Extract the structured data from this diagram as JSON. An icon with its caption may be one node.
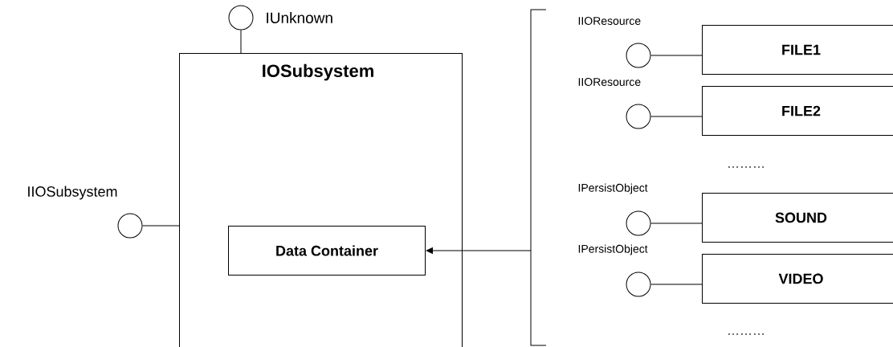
{
  "diagram": {
    "nodes": [
      {
        "text": [
          "IOSubsystem"
        ]
      },
      {
        "text": [
          "Data Container"
        ],
        "in": 0
      },
      {
        "text": [],
        "shape": "circle",
        "beside": [
          "IUnknown"
        ]
      },
      {
        "text": [],
        "shape": "circle",
        "beside": [
          "IIOSubsystem"
        ]
      },
      {
        "text": [],
        "shape": "bracket"
      },
      {
        "text": [],
        "shape": "circle"
      },
      {
        "text": [
          "FILE1"
        ]
      },
      {
        "text": [],
        "shape": "circle"
      },
      {
        "text": [
          "FILE2"
        ]
      },
      {
        "text": [],
        "shape": "circle"
      },
      {
        "text": [
          "SOUND"
        ]
      },
      {
        "text": [],
        "shape": "circle"
      },
      {
        "text": [
          "VIDEO"
        ]
      }
    ],
    "edges": [
      {
        "from": 2,
        "to": 0,
        "arrow": "none"
      },
      {
        "from": 3,
        "to": 0,
        "arrow": "none"
      },
      {
        "from": 4,
        "to": 1,
        "arrow": "to"
      },
      {
        "from": 5,
        "to": 6,
        "arrow": "none"
      },
      {
        "from": 7,
        "to": 8,
        "arrow": "none"
      },
      {
        "from": 9,
        "to": 10,
        "arrow": "none"
      },
      {
        "from": 11,
        "to": 12,
        "arrow": "none"
      }
    ],
    "labels": [
      "IIOResource",
      "IIOResource",
      "………",
      "IPersistObject",
      "IPersistObject",
      "………"
    ]
  }
}
